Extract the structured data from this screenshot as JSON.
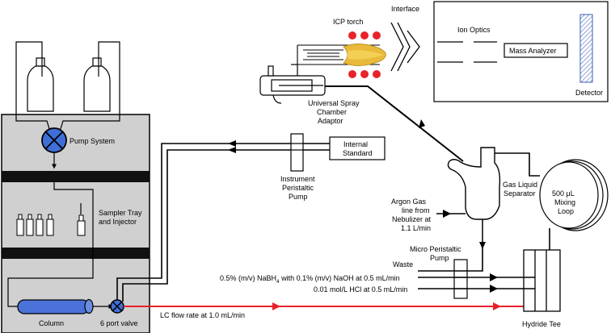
{
  "labels": {
    "icp_torch": "ICP torch",
    "interface": "Interface",
    "ion_optics": "Ion Optics",
    "mass_analyzer": "Mass Analyzer",
    "detector": "Detector",
    "spray_chamber_1": "Universal Spray",
    "spray_chamber_2": "Chamber",
    "spray_chamber_3": "Adaptor",
    "pump_system": "Pump System",
    "internal_standard_1": "Internal",
    "internal_standard_2": "Standard",
    "instrument_pump_1": "Instrument",
    "instrument_pump_2": "Peristaltic",
    "instrument_pump_3": "Pump",
    "gas_liquid_1": "Gas Liquid",
    "gas_liquid_2": "Separator",
    "mixing_loop_1": "500 μL",
    "mixing_loop_2": "Mixing",
    "mixing_loop_3": "Loop",
    "sampler_1": "Sampler Tray",
    "sampler_2": "and Injector",
    "argon_1": "Argon Gas",
    "argon_2": "line from",
    "argon_3": "Nebulizer at",
    "argon_4": "1.1 L/min",
    "micro_pump_1": "Micro Peristaltic",
    "micro_pump_2": "Pump",
    "waste": "Waste",
    "nabh4_a": "0.5% (m/v) NaBH",
    "nabh4_sub": "4",
    "nabh4_b": " with 0.1% (m/v) NaOH at 0.5 mL/min",
    "hcl": "0.01 mol/L HCl at 0.5 mL/min",
    "column": "Column",
    "port_valve": "6 port valve",
    "lc_flow": "LC flow rate at 1.0 mL/min",
    "hydride_tee": "Hydride Tee"
  },
  "colors": {
    "lc_line": "#e8202a",
    "column_fill": "#4a72d8",
    "valve_fill": "#3e6fd6",
    "torch_dots": "#e8232a",
    "plasma": "#e8b93a",
    "panel_bg": "#d0d0d0",
    "divider": "#111111"
  }
}
